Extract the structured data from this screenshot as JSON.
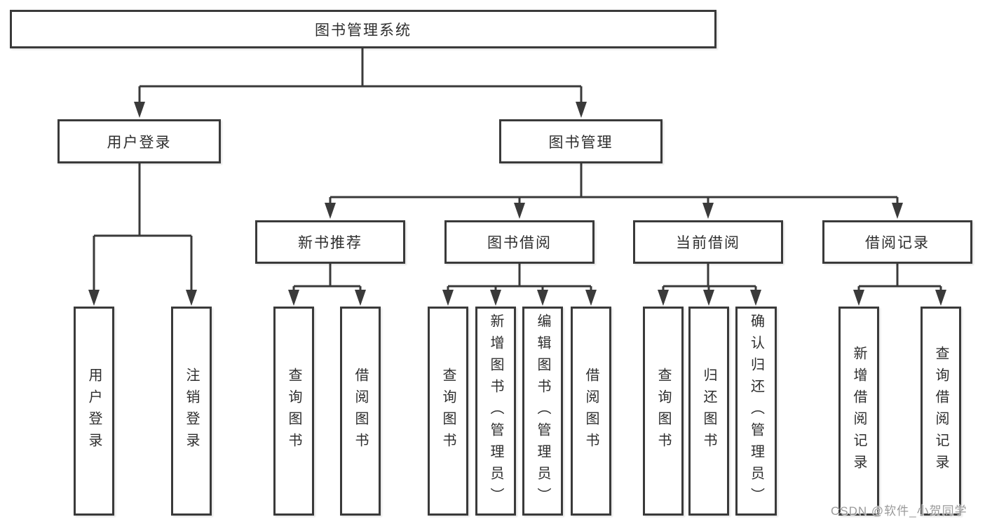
{
  "tree": {
    "label": "图书管理系统",
    "children": [
      {
        "label": "用户登录",
        "children": [
          {
            "label": "用户登录"
          },
          {
            "label": "注销登录"
          }
        ]
      },
      {
        "label": "图书管理",
        "children": [
          {
            "label": "新书推荐",
            "children": [
              {
                "label": "查询图书"
              },
              {
                "label": "借阅图书"
              }
            ]
          },
          {
            "label": "图书借阅",
            "children": [
              {
                "label": "查询图书"
              },
              {
                "label": "新增图书（管理员）"
              },
              {
                "label": "编辑图书（管理员）"
              },
              {
                "label": "借阅图书"
              }
            ]
          },
          {
            "label": "当前借阅",
            "children": [
              {
                "label": "查询图书"
              },
              {
                "label": "归还图书"
              },
              {
                "label": "确认归还（管理员）"
              }
            ]
          },
          {
            "label": "借阅记录",
            "children": [
              {
                "label": "新增借阅记录"
              },
              {
                "label": "查询借阅记录"
              }
            ]
          }
        ]
      }
    ]
  },
  "watermark": "CSDN @软件_小贺同学",
  "colors": {
    "line": "#3a3a3a",
    "text": "#2e2e2e",
    "watermark": "#9a9a9a",
    "background": "#ffffff"
  }
}
